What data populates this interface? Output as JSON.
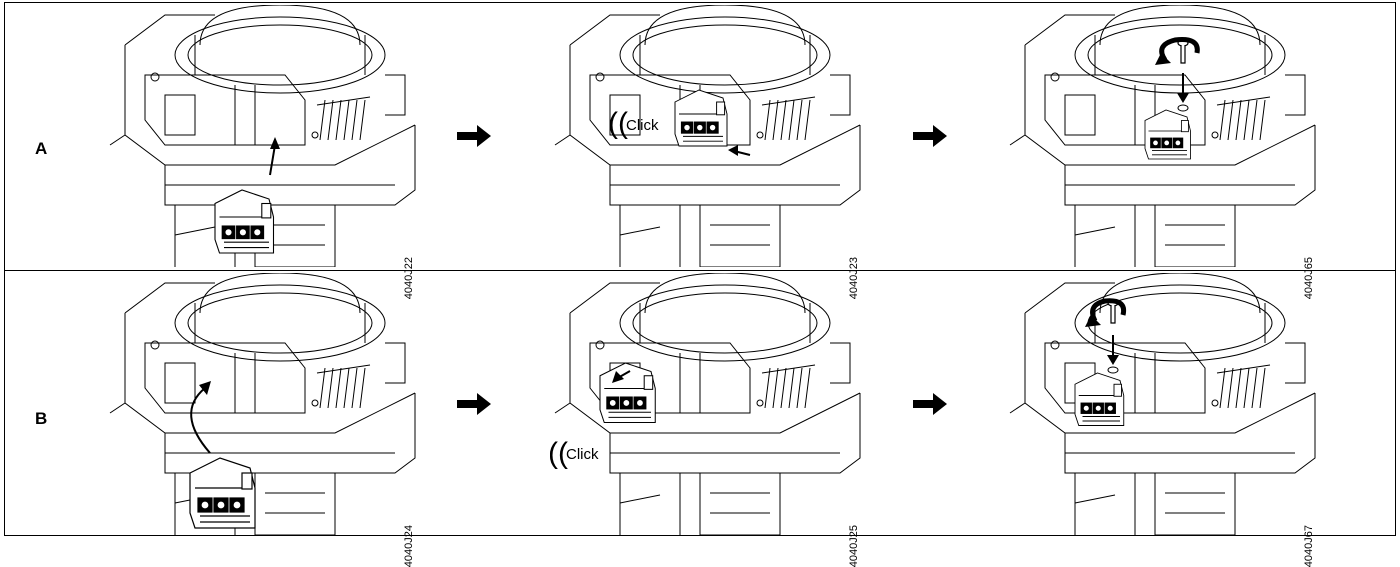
{
  "rows": [
    {
      "label": "A",
      "panels": [
        {
          "code": "4040J22"
        },
        {
          "code": "4040J23",
          "click": "Click"
        },
        {
          "code": "4040J65"
        }
      ]
    },
    {
      "label": "B",
      "panels": [
        {
          "code": "4040J24"
        },
        {
          "code": "4040J25",
          "click": "Click"
        },
        {
          "code": "4040J67"
        }
      ]
    }
  ],
  "icons": {
    "step_arrow": "right-arrow-icon",
    "rotate": "rotate-screw-icon",
    "insert": "insert-arrow-icon"
  }
}
